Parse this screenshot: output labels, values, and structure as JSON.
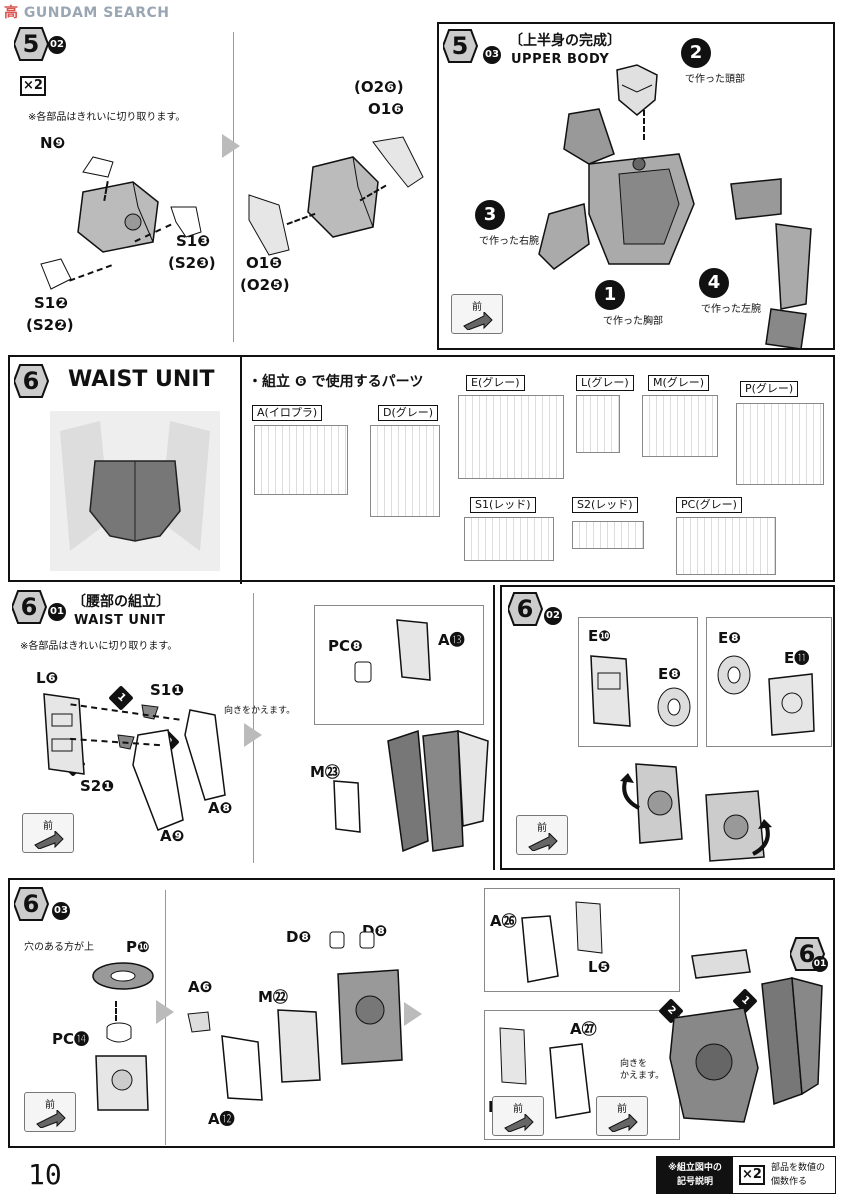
{
  "watermark": {
    "prefix": "高",
    "brand": "GUNDAM",
    "suffix": "SEARCH"
  },
  "page_number": "10",
  "front_label": "前",
  "step5_02": {
    "num": "5",
    "sub": "02",
    "multiplier": "×2",
    "note": "※各部品はきれいに切り取ります。",
    "parts": {
      "n9": "N❾",
      "o2_6": "(O2❻)",
      "o1_6": "O1❻",
      "s1_3": "S1❸",
      "s2_3": "(S2❸)",
      "o1_5": "O1❺",
      "o2_5": "(O2❺)",
      "s1_2": "S1❷",
      "s2_2": "(S2❷)"
    }
  },
  "step5_03": {
    "num": "5",
    "sub": "03",
    "title_jp": "〔上半身の完成〕",
    "title_en": "UPPER BODY",
    "refs": [
      {
        "n": "2",
        "cap": "で作った頭部"
      },
      {
        "n": "3",
        "cap": "で作った右腕"
      },
      {
        "n": "1",
        "cap": "で作った胸部"
      },
      {
        "n": "4",
        "cap": "で作った左腕"
      }
    ]
  },
  "step6": {
    "num": "6",
    "title_en": "WAIST UNIT",
    "parts_header": "・組立 ❻ で使用するパーツ",
    "runners": [
      {
        "name": "A(イロプラ)"
      },
      {
        "name": "D(グレー)"
      },
      {
        "name": "E(グレー)"
      },
      {
        "name": "L(グレー)"
      },
      {
        "name": "M(グレー)"
      },
      {
        "name": "P(グレー)"
      },
      {
        "name": "S1(レッド)"
      },
      {
        "name": "S2(レッド)"
      },
      {
        "name": "PC(グレー)"
      }
    ]
  },
  "step6_01": {
    "num": "6",
    "sub": "01",
    "title_jp": "〔腰部の組立〕",
    "title_en": "WAIST UNIT",
    "note": "※各部品はきれいに切り取ります。",
    "turn_note": "向きをかえます。",
    "parts": {
      "l6": "L❻",
      "s1_1": "S1❶",
      "s2_1": "S2❶",
      "a8": "A❽",
      "a9": "A❾",
      "pc8": "PC❽",
      "a13": "A⓭",
      "m23": "M㉓"
    },
    "order": [
      "1",
      "2",
      "2"
    ]
  },
  "step6_02": {
    "num": "6",
    "sub": "02",
    "parts": {
      "e10": "E❿",
      "e8a": "E❽",
      "e8b": "E❽",
      "e11": "E⓫"
    }
  },
  "step6_03": {
    "num": "6",
    "sub": "03",
    "hole_note": "穴のある方が上",
    "turn_note": "向きを\nかえます。",
    "parts": {
      "p10": "P❿",
      "pc14": "PC⓮",
      "a6": "A❻",
      "a12": "A⓬",
      "m22": "M㉒",
      "d8a": "D❽",
      "d8b": "D❽",
      "a26": "A㉖",
      "l5": "L❺",
      "a27": "A㉗",
      "l4": "L❹"
    },
    "ref": {
      "n": "6",
      "sub": "01"
    },
    "order": [
      "2",
      "1"
    ]
  },
  "legend": {
    "title": "※組立図中の\n記号説明",
    "symbol": "×2",
    "desc": "部品を数値の\n個数作る"
  }
}
